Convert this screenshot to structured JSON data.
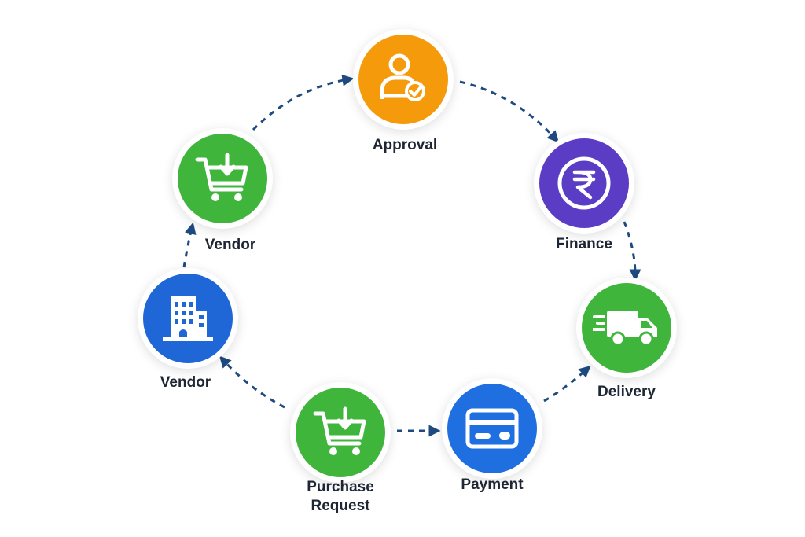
{
  "nodes": {
    "approval": {
      "label": "Approval",
      "color": "#f59a0b",
      "icon": "user-check-icon"
    },
    "finance": {
      "label": "Finance",
      "color": "#5b3cc4",
      "icon": "rupee-icon"
    },
    "delivery": {
      "label": "Delivery",
      "color": "#3fb53c",
      "icon": "truck-icon"
    },
    "payment": {
      "label": "Payment",
      "color": "#1f6fe0",
      "icon": "credit-card-icon"
    },
    "purchase_request": {
      "label_line1": "Purchase",
      "label_line2": "Request",
      "color": "#3fb53c",
      "icon": "cart-icon"
    },
    "vendor_building": {
      "label": "Vendor",
      "color": "#1f66d6",
      "icon": "building-icon"
    },
    "vendor_cart": {
      "label": "Vendor",
      "color": "#3fb53c",
      "icon": "cart-icon"
    }
  },
  "arrow_color": "#1e4a80"
}
